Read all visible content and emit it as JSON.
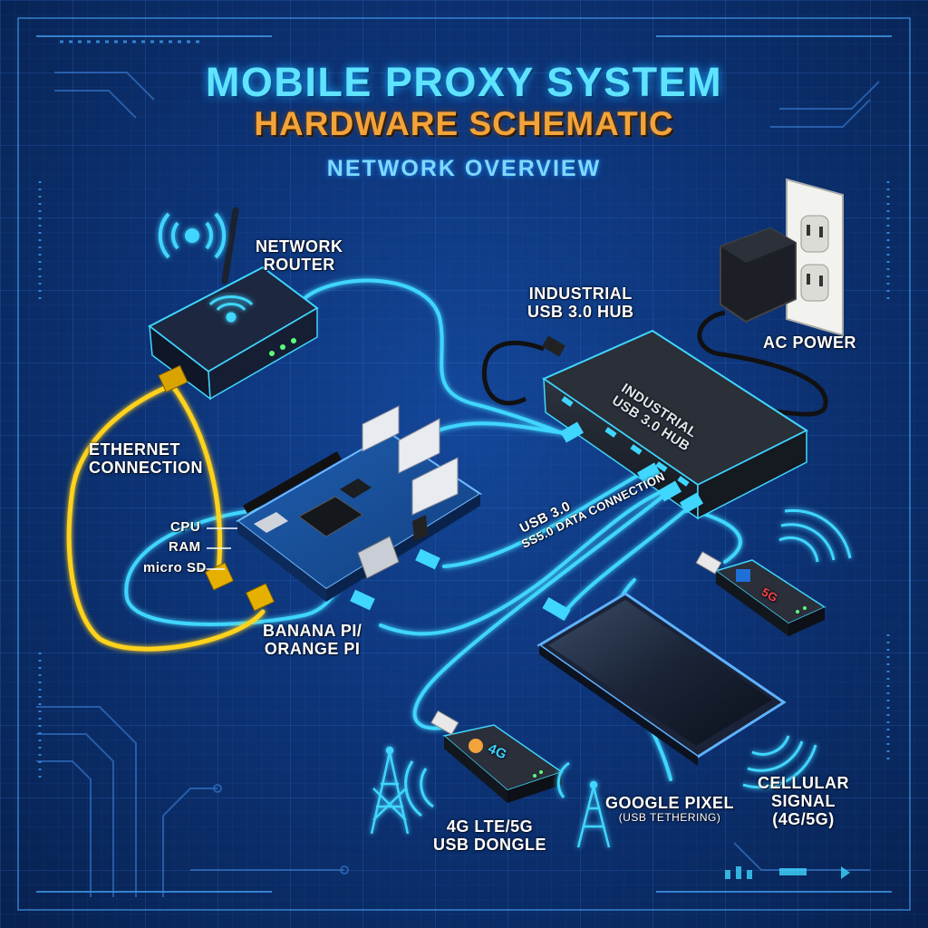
{
  "header": {
    "title": "MOBILE PROXY SYSTEM",
    "subtitle": "HARDWARE SCHEMATIC",
    "overview": "NETWORK OVERVIEW"
  },
  "labels": {
    "router": [
      "NETWORK",
      "ROUTER"
    ],
    "usb_hub": [
      "INDUSTRIAL",
      "USB 3.0 HUB"
    ],
    "hub_body": [
      "INDUSTRIAL",
      "USB 3.0 HUB"
    ],
    "ac_power": "AC POWER",
    "ethernet": [
      "ETHERNET",
      "CONNECTION"
    ],
    "cpu": "CPU",
    "ram": "RAM",
    "micro_sd": "micro SD",
    "board": [
      "BANANA PI/",
      "ORANGE PI"
    ],
    "usb_data": [
      "USB 3.0",
      "SS5.0 DATA CONNECTION"
    ],
    "dongle": [
      "4G LTE/5G",
      "USB DONGLE"
    ],
    "dongle_badge": "4G",
    "dongle2_badge": "5G",
    "phone": "GOOGLE PIXEL",
    "phone_sub": "(USB TETHERING)",
    "cellular": [
      "CELLULAR",
      "SIGNAL",
      "(4G/5G)"
    ]
  },
  "colors": {
    "usb_cable": "#3fd6ff",
    "ethernet_cable": "#ffd21e",
    "title": "#5fe3ff",
    "subtitle": "#f2a33a",
    "background": "#0d3478"
  }
}
